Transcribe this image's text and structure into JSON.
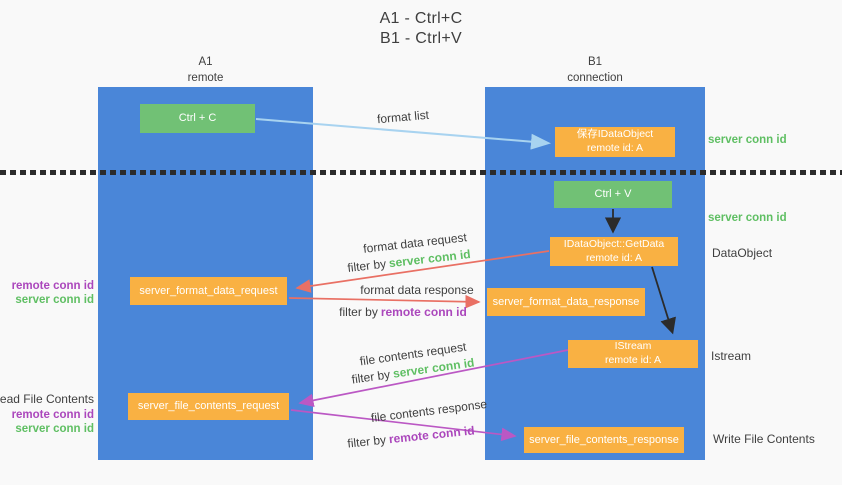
{
  "title": {
    "line1": "A1 - Ctrl+C",
    "line2": "B1 - Ctrl+V"
  },
  "lanes": {
    "a": {
      "name": "A1",
      "subtitle": "remote"
    },
    "b": {
      "name": "B1",
      "subtitle": "connection"
    }
  },
  "nodes": {
    "ctrl_c": {
      "label": "Ctrl + C"
    },
    "ctrl_v": {
      "label": "Ctrl + V"
    },
    "save_dataobject": {
      "line1": "保存IDataObject",
      "line2": "remote id: A"
    },
    "getdata": {
      "line1": "IDataObject::GetData",
      "line2": "remote id: A"
    },
    "istream": {
      "line1": "IStream",
      "line2": "remote id: A"
    },
    "server_format_data_request": {
      "label": "server_format_data_request"
    },
    "server_format_data_response": {
      "label": "server_format_data_response"
    },
    "server_file_contents_request": {
      "label": "server_file_contents_request"
    },
    "server_file_contents_response": {
      "label": "server_file_contents_response"
    }
  },
  "edges": {
    "format_list": {
      "label": "format list"
    },
    "format_data_request": {
      "label": "format data request",
      "filter_prefix": "filter by",
      "filter_key": "server conn id"
    },
    "format_data_response": {
      "label": "format data response",
      "filter_prefix": "filter by",
      "filter_key": "remote conn id"
    },
    "file_contents_request": {
      "label": "file contents request",
      "filter_prefix": "filter by",
      "filter_key": "server conn id"
    },
    "file_contents_response": {
      "label": "file contents response",
      "filter_prefix": "filter by",
      "filter_key": "remote conn id"
    }
  },
  "annotations": {
    "left_format_remote": "remote conn id",
    "left_format_server": "server conn id",
    "left_file_title": "Read File Contents",
    "left_file_remote": "remote conn id",
    "left_file_server": "server conn id",
    "right_server_conn_top": "server conn id",
    "right_server_conn_mid": "server conn id",
    "right_dataobject": "DataObject",
    "right_istream": "Istream",
    "right_write_file": "Write File Contents"
  },
  "colors": {
    "bg": "#f9f9f9",
    "column": "#4a86d8",
    "green_box": "#71c175",
    "orange_box": "#f9b143",
    "arrow_blue": "#a8d3f0",
    "arrow_red": "#e97064",
    "arrow_magenta": "#bb58c4",
    "arrow_black": "#2b2b2b",
    "text_green": "#5fbf63",
    "text_purple": "#ab47bc",
    "text_dark": "#3f3f3f"
  }
}
